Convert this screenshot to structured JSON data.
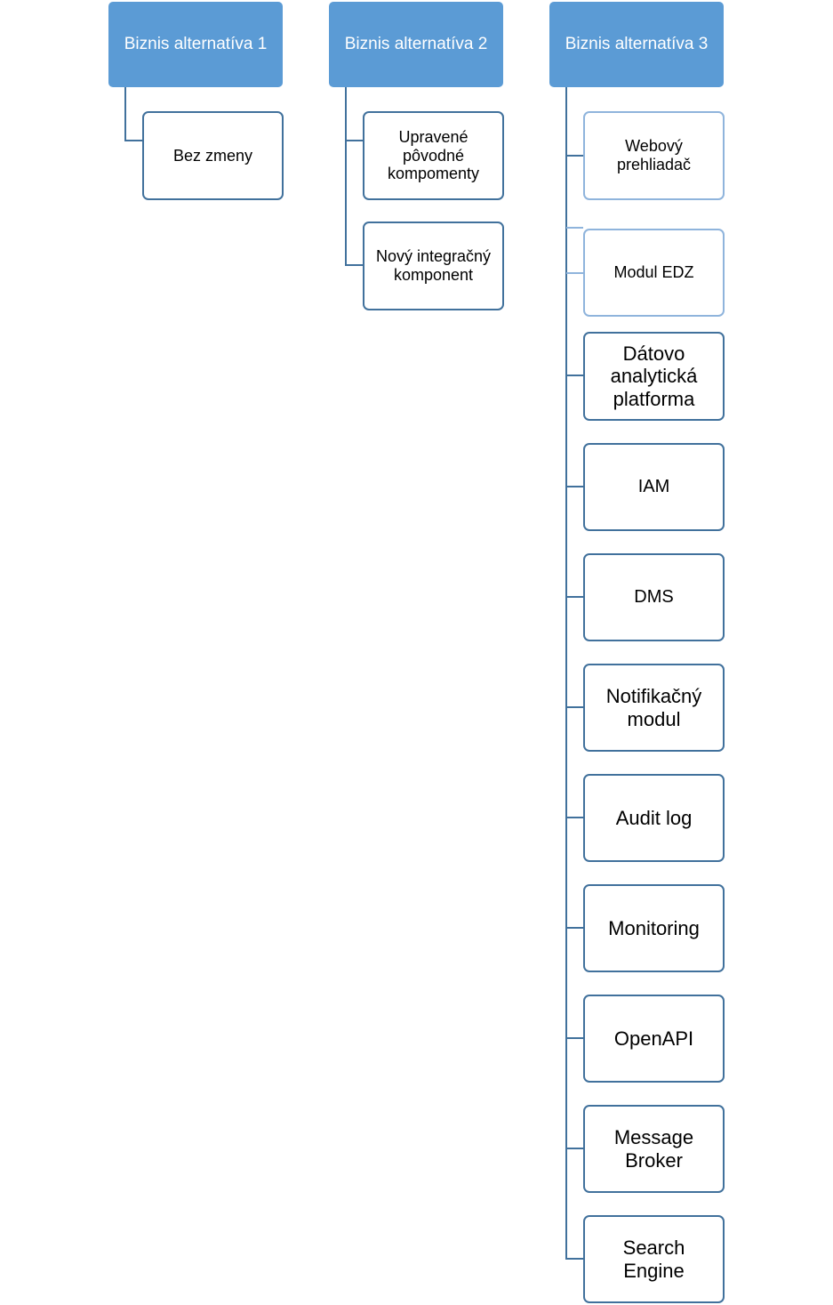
{
  "columns": [
    {
      "title": "Biznis alternatíva 1",
      "items": [
        "Bez zmeny"
      ]
    },
    {
      "title": "Biznis alternatíva 2",
      "items": [
        "Upravené pôvodné kompomenty",
        "Nový integračný komponent"
      ]
    },
    {
      "title": "Biznis alternatíva 3",
      "items": [
        "Webový prehliadač",
        "Modul EDZ",
        "Dátovo analytická platforma",
        "IAM",
        "DMS",
        "Notifikačný modul",
        "Audit log",
        "Monitoring",
        "OpenAPI",
        "Message Broker",
        "Search Engine"
      ]
    }
  ],
  "colors": {
    "header": "#5b9bd5",
    "border": "#41719c",
    "border_light": "#8fb4dc",
    "connector": "#41719c"
  }
}
